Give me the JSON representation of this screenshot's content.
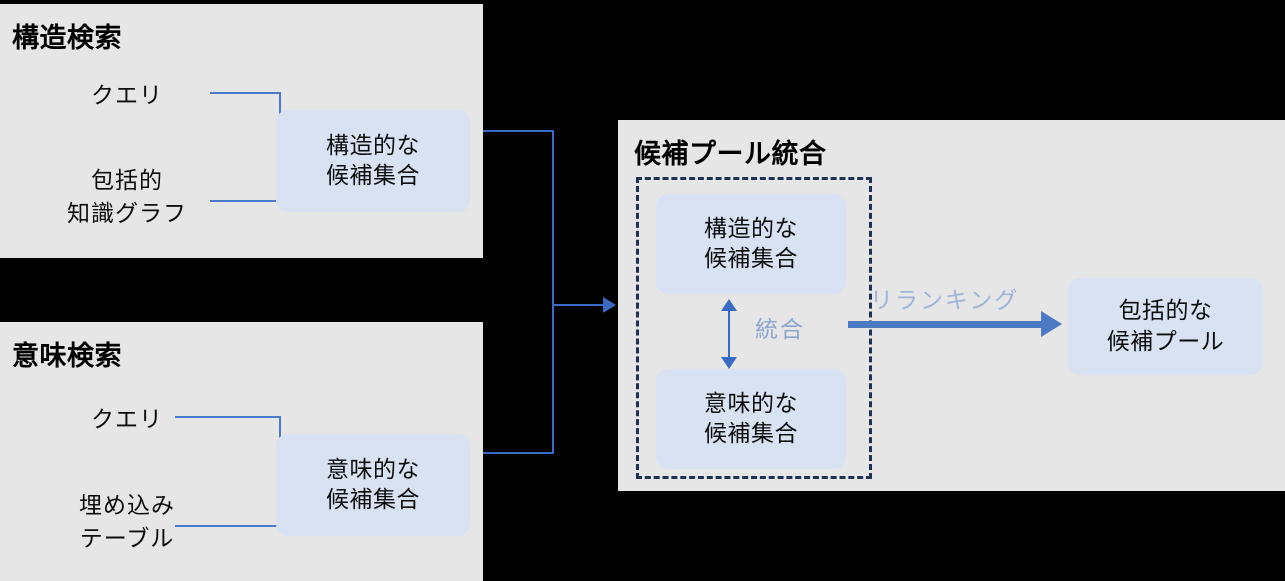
{
  "diagram": {
    "title_structural": "構造検索",
    "title_semantic": "意味検索",
    "title_fusion": "候補プール統合",
    "inputs": {
      "query_structural": "クエリ",
      "kg_line1": "包括的",
      "kg_line2": "知識グラフ",
      "query_semantic": "クエリ",
      "emb_line1": "埋め込み",
      "emb_line2": "テーブル"
    },
    "nodes": {
      "structural_candidates": {
        "line1": "構造的な",
        "line2": "候補集合"
      },
      "semantic_candidates": {
        "line1": "意味的な",
        "line2": "候補集合"
      },
      "fusion_structural": {
        "line1": "構造的な",
        "line2": "候補集合"
      },
      "fusion_semantic": {
        "line1": "意味的な",
        "line2": "候補集合"
      },
      "final_pool": {
        "line1": "包括的な",
        "line2": "候補プール"
      }
    },
    "edges": {
      "merge_label": "統合",
      "rerank_label": "リランキング"
    },
    "colors": {
      "panel_background": "#e6e6e6",
      "node_fill": "#d8e2f3",
      "connector_blue": "#3a6bc4",
      "thick_arrow_blue": "#4a7ac2",
      "dashed_border": "#1f3253",
      "edge_label_grey_blue": "#9fb4d8",
      "canvas_background": "#000000"
    }
  }
}
